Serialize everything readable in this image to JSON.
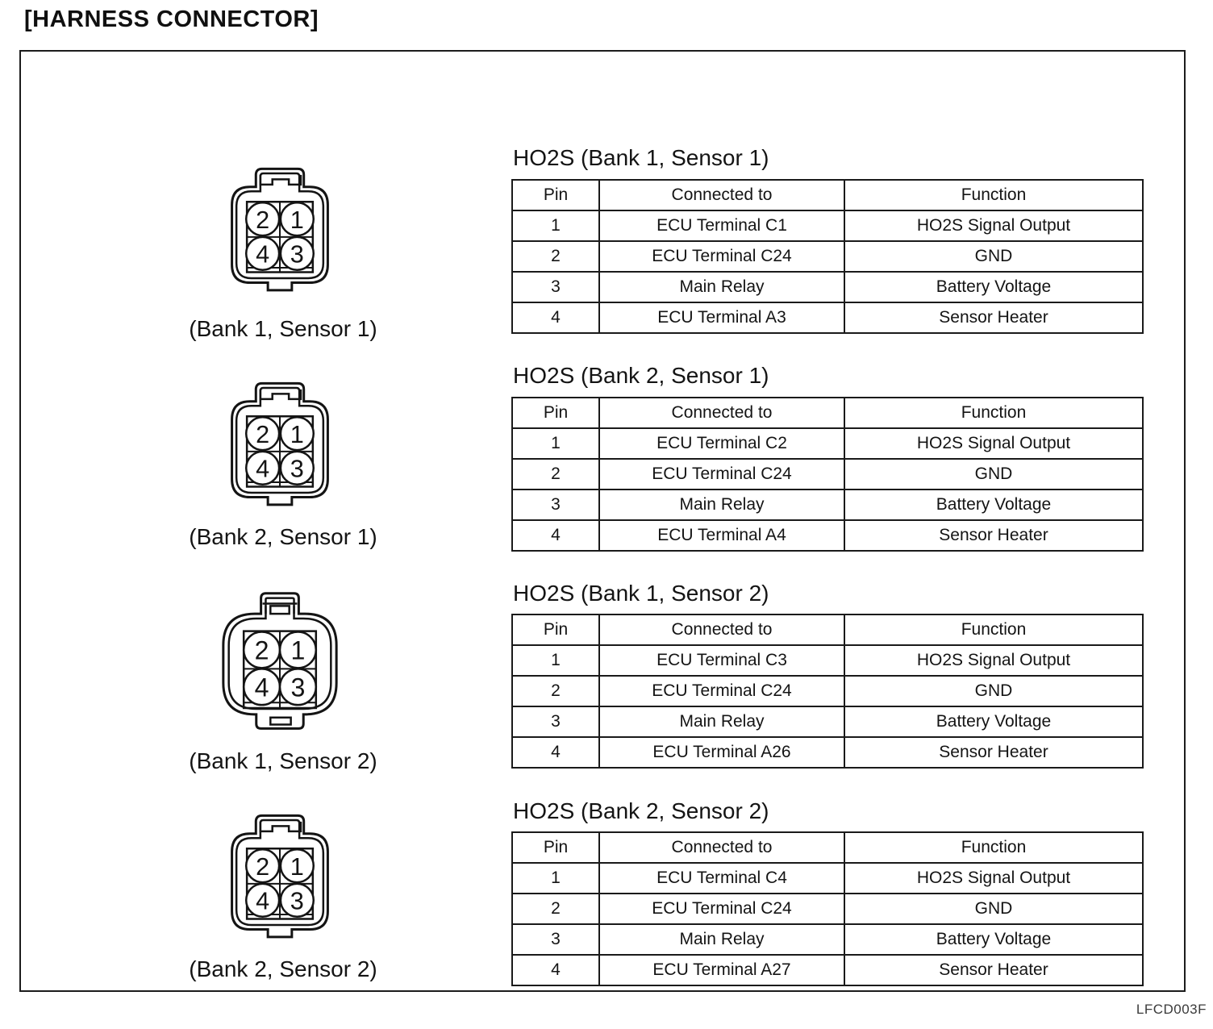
{
  "page_title": "[HARNESS CONNECTOR]",
  "footer_code": "LFCD003F",
  "connectors": [
    {
      "caption": "(Bank 1, Sensor 1)",
      "pins": [
        "2",
        "1",
        "4",
        "3"
      ]
    },
    {
      "caption": "(Bank 2, Sensor 1)",
      "pins": [
        "2",
        "1",
        "4",
        "3"
      ]
    },
    {
      "caption": "(Bank 1, Sensor 2)",
      "pins": [
        "2",
        "1",
        "4",
        "3"
      ]
    },
    {
      "caption": "(Bank 2, Sensor 2)",
      "pins": [
        "2",
        "1",
        "4",
        "3"
      ]
    }
  ],
  "tables": [
    {
      "title": "HO2S (Bank 1, Sensor 1)",
      "headers": [
        "Pin",
        "Connected to",
        "Function"
      ],
      "rows": [
        [
          "1",
          "ECU Terminal C1",
          "HO2S Signal Output"
        ],
        [
          "2",
          "ECU Terminal C24",
          "GND"
        ],
        [
          "3",
          "Main Relay",
          "Battery Voltage"
        ],
        [
          "4",
          "ECU Terminal A3",
          "Sensor Heater"
        ]
      ]
    },
    {
      "title": "HO2S (Bank 2, Sensor 1)",
      "headers": [
        "Pin",
        "Connected to",
        "Function"
      ],
      "rows": [
        [
          "1",
          "ECU Terminal C2",
          "HO2S Signal Output"
        ],
        [
          "2",
          "ECU Terminal C24",
          "GND"
        ],
        [
          "3",
          "Main Relay",
          "Battery Voltage"
        ],
        [
          "4",
          "ECU Terminal A4",
          "Sensor Heater"
        ]
      ]
    },
    {
      "title": "HO2S (Bank 1, Sensor 2)",
      "headers": [
        "Pin",
        "Connected to",
        "Function"
      ],
      "rows": [
        [
          "1",
          "ECU Terminal C3",
          "HO2S Signal Output"
        ],
        [
          "2",
          "ECU Terminal C24",
          "GND"
        ],
        [
          "3",
          "Main Relay",
          "Battery Voltage"
        ],
        [
          "4",
          "ECU Terminal A26",
          "Sensor Heater"
        ]
      ]
    },
    {
      "title": "HO2S (Bank 2, Sensor 2)",
      "headers": [
        "Pin",
        "Connected to",
        "Function"
      ],
      "rows": [
        [
          "1",
          "ECU Terminal C4",
          "HO2S Signal Output"
        ],
        [
          "2",
          "ECU Terminal C24",
          "GND"
        ],
        [
          "3",
          "Main Relay",
          "Battery Voltage"
        ],
        [
          "4",
          "ECU Terminal A27",
          "Sensor Heater"
        ]
      ]
    }
  ]
}
